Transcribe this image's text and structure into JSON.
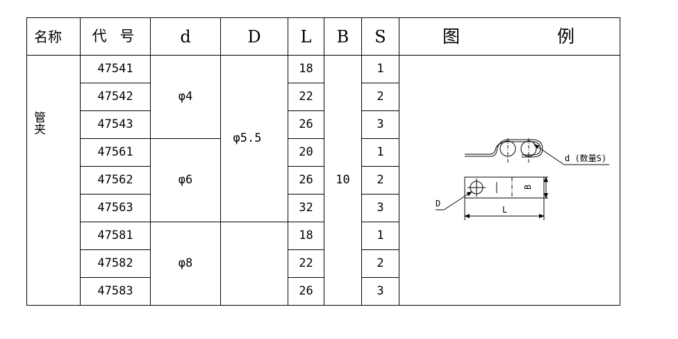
{
  "header": {
    "name": "名称",
    "code": "代 号",
    "d": "d",
    "D": "D",
    "L": "L",
    "B": "B",
    "S": "S",
    "figure_left": "图",
    "figure_right": "例"
  },
  "name": "管 夹",
  "rows": [
    {
      "code": "47541",
      "L": "18",
      "S": "1"
    },
    {
      "code": "47542",
      "L": "22",
      "S": "2"
    },
    {
      "code": "47543",
      "L": "26",
      "S": "3"
    },
    {
      "code": "47561",
      "L": "20",
      "S": "1"
    },
    {
      "code": "47562",
      "L": "26",
      "S": "2"
    },
    {
      "code": "47563",
      "L": "32",
      "S": "3"
    },
    {
      "code": "47581",
      "L": "18",
      "S": "1"
    },
    {
      "code": "47582",
      "L": "22",
      "S": "2"
    },
    {
      "code": "47583",
      "L": "26",
      "S": "3"
    }
  ],
  "d_groups": [
    "φ4",
    "φ6",
    "φ8"
  ],
  "D_value": "φ5.5",
  "B_value": "10",
  "figure": {
    "label_d": "d (数量S)",
    "label_D": "D",
    "label_B": "B",
    "label_L": "L"
  }
}
